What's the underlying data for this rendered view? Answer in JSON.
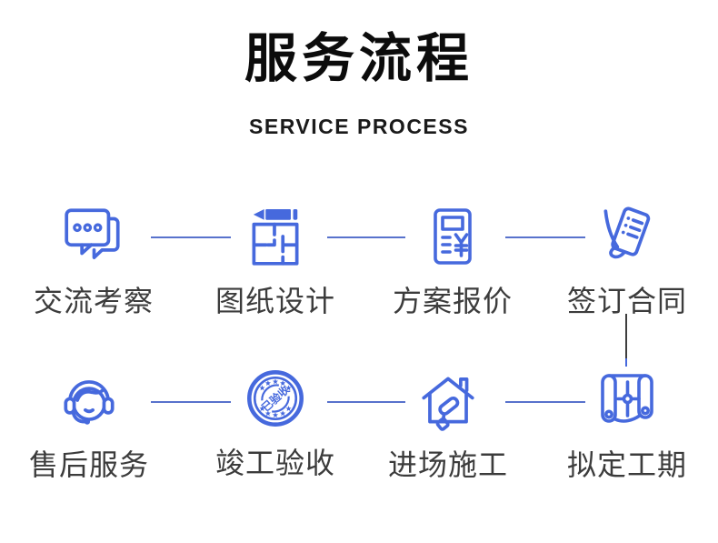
{
  "header": {
    "title": "服务流程",
    "subtitle": "SERVICE PROCESS"
  },
  "flow": {
    "rows": [
      {
        "steps": [
          {
            "label": "交流考察",
            "icon": "chat-bubbles-icon"
          },
          {
            "label": "图纸设计",
            "icon": "blueprint-pencil-icon"
          },
          {
            "label": "方案报价",
            "icon": "calculator-quote-icon"
          },
          {
            "label": "签订合同",
            "icon": "contract-signing-icon"
          }
        ]
      },
      {
        "steps": [
          {
            "label": "售后服务",
            "icon": "headset-icon"
          },
          {
            "label": "竣工验收",
            "icon": "acceptance-stamp-icon",
            "stamp_text": "已验收"
          },
          {
            "label": "进场施工",
            "icon": "house-paint-roller-icon"
          },
          {
            "label": "拟定工期",
            "icon": "blueprint-scroll-icon"
          }
        ]
      }
    ]
  },
  "colors": {
    "icon_blue": "#4669dd",
    "connector_blue": "#5872cc",
    "vertical_connector_dark": "#3e3e3e",
    "label_text": "#3c3c3c",
    "title_black": "#0c0c0c"
  }
}
